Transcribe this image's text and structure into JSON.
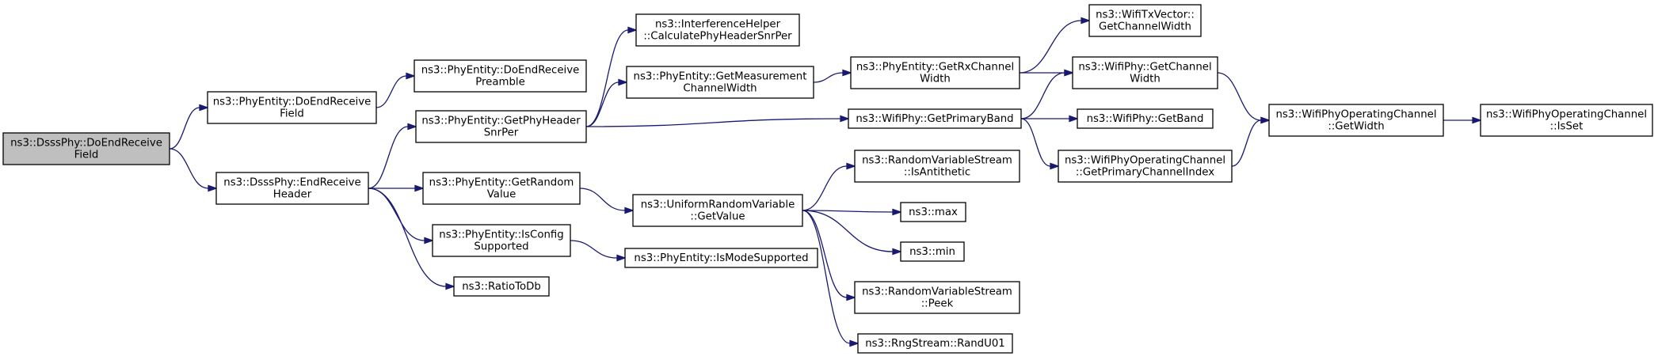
{
  "diagram": {
    "colors": {
      "edge": "#191970",
      "root_fill": "#bfbfbf",
      "node_fill": "#ffffff",
      "border": "#000000"
    },
    "nodes": [
      {
        "id": "n0",
        "lines": [
          "ns3::DsssPhy::DoEndReceive",
          "Field"
        ],
        "root": true
      },
      {
        "id": "n1",
        "lines": [
          "ns3::PhyEntity::DoEndReceive",
          "Field"
        ]
      },
      {
        "id": "n2",
        "lines": [
          "ns3::DsssPhy::EndReceive",
          "Header"
        ]
      },
      {
        "id": "n3",
        "lines": [
          "ns3::PhyEntity::DoEndReceive",
          "Preamble"
        ]
      },
      {
        "id": "n4",
        "lines": [
          "ns3::PhyEntity::GetPhyHeader",
          "SnrPer"
        ]
      },
      {
        "id": "n5",
        "lines": [
          "ns3::PhyEntity::GetRandom",
          "Value"
        ]
      },
      {
        "id": "n6",
        "lines": [
          "ns3::PhyEntity::IsConfig",
          "Supported"
        ]
      },
      {
        "id": "n7",
        "lines": [
          "ns3::RatioToDb"
        ]
      },
      {
        "id": "n8",
        "lines": [
          "ns3::InterferenceHelper",
          "::CalculatePhyHeaderSnrPer"
        ]
      },
      {
        "id": "n9",
        "lines": [
          "ns3::PhyEntity::GetMeasurement",
          "ChannelWidth"
        ]
      },
      {
        "id": "n10",
        "lines": [
          "ns3::WifiPhy::GetPrimaryBand"
        ]
      },
      {
        "id": "n11",
        "lines": [
          "ns3::UniformRandomVariable",
          "::GetValue"
        ]
      },
      {
        "id": "n12",
        "lines": [
          "ns3::PhyEntity::IsModeSupported"
        ]
      },
      {
        "id": "n13",
        "lines": [
          "ns3::PhyEntity::GetRxChannel",
          "Width"
        ]
      },
      {
        "id": "n14",
        "lines": [
          "ns3::WifiPhy::GetChannel",
          "Width"
        ]
      },
      {
        "id": "n15",
        "lines": [
          "ns3::WifiPhy::GetBand"
        ]
      },
      {
        "id": "n16",
        "lines": [
          "ns3::WifiPhyOperatingChannel",
          "::GetPrimaryChannelIndex"
        ]
      },
      {
        "id": "n17",
        "lines": [
          "ns3::RandomVariableStream",
          "::IsAntithetic"
        ]
      },
      {
        "id": "n18",
        "lines": [
          "ns3::max"
        ]
      },
      {
        "id": "n19",
        "lines": [
          "ns3::min"
        ]
      },
      {
        "id": "n20",
        "lines": [
          "ns3::RandomVariableStream",
          "::Peek"
        ]
      },
      {
        "id": "n21",
        "lines": [
          "ns3::RngStream::RandU01"
        ]
      },
      {
        "id": "n22",
        "lines": [
          "ns3::WifiTxVector::",
          "GetChannelWidth"
        ]
      },
      {
        "id": "n23",
        "lines": [
          "ns3::WifiPhyOperatingChannel",
          "::GetWidth"
        ]
      },
      {
        "id": "n24",
        "lines": [
          "ns3::WifiPhyOperatingChannel",
          "::IsSet"
        ]
      }
    ],
    "edges": [
      [
        "n0",
        "n1"
      ],
      [
        "n0",
        "n2"
      ],
      [
        "n1",
        "n3"
      ],
      [
        "n2",
        "n4"
      ],
      [
        "n2",
        "n5"
      ],
      [
        "n2",
        "n6"
      ],
      [
        "n2",
        "n7"
      ],
      [
        "n4",
        "n8"
      ],
      [
        "n4",
        "n9"
      ],
      [
        "n4",
        "n10"
      ],
      [
        "n9",
        "n13"
      ],
      [
        "n13",
        "n22"
      ],
      [
        "n13",
        "n14"
      ],
      [
        "n10",
        "n14"
      ],
      [
        "n10",
        "n15"
      ],
      [
        "n10",
        "n16"
      ],
      [
        "n14",
        "n23"
      ],
      [
        "n16",
        "n23"
      ],
      [
        "n23",
        "n24"
      ],
      [
        "n5",
        "n11"
      ],
      [
        "n6",
        "n12"
      ],
      [
        "n11",
        "n17"
      ],
      [
        "n11",
        "n18"
      ],
      [
        "n11",
        "n19"
      ],
      [
        "n11",
        "n20"
      ],
      [
        "n11",
        "n21"
      ]
    ]
  }
}
